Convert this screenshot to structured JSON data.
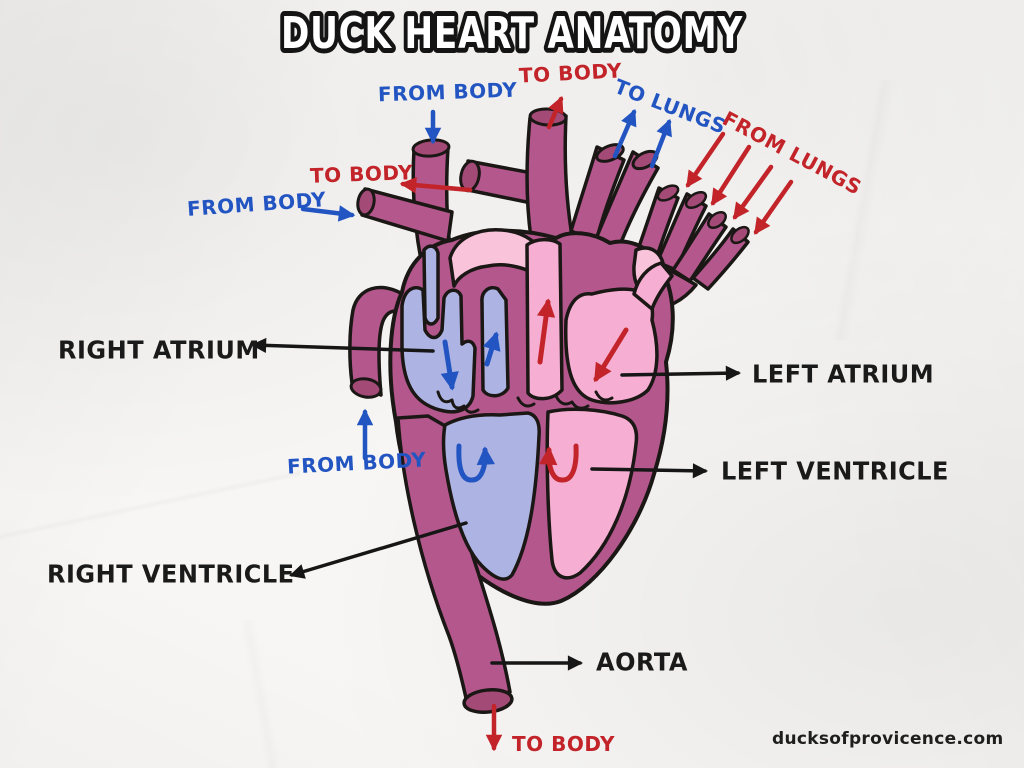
{
  "title": "DUCK HEART ANATOMY",
  "credit": "ducksofprovicence.com",
  "flow_labels": {
    "from_body_top": "FROM BODY",
    "to_body_top": "TO BODY",
    "to_lungs": "TO LUNGS",
    "from_lungs": "FROM LUNGS",
    "to_body_left": "TO BODY",
    "from_body_left": "FROM BODY",
    "from_body_lower": "FROM BODY",
    "to_body_bottom": "TO BODY"
  },
  "part_labels": {
    "right_atrium": "RIGHT ATRIUM",
    "left_atrium": "LEFT ATRIUM",
    "left_ventricle": "LEFT VENTRICLE",
    "right_ventricle": "RIGHT VENTRICLE",
    "aorta": "AORTA"
  },
  "colors": {
    "oxygenated_flow": "#c2242a",
    "deoxygenated_flow": "#2355c2",
    "vessel": "#b4578c",
    "vessel_opening": "#a34a77",
    "right_chambers": "#adb3e2",
    "left_chambers": "#f6aed2",
    "arch_highlight": "#f9c3da",
    "outline": "#1a1715",
    "label_text": "#1a1a1a",
    "paper": "#f6f5f3"
  }
}
